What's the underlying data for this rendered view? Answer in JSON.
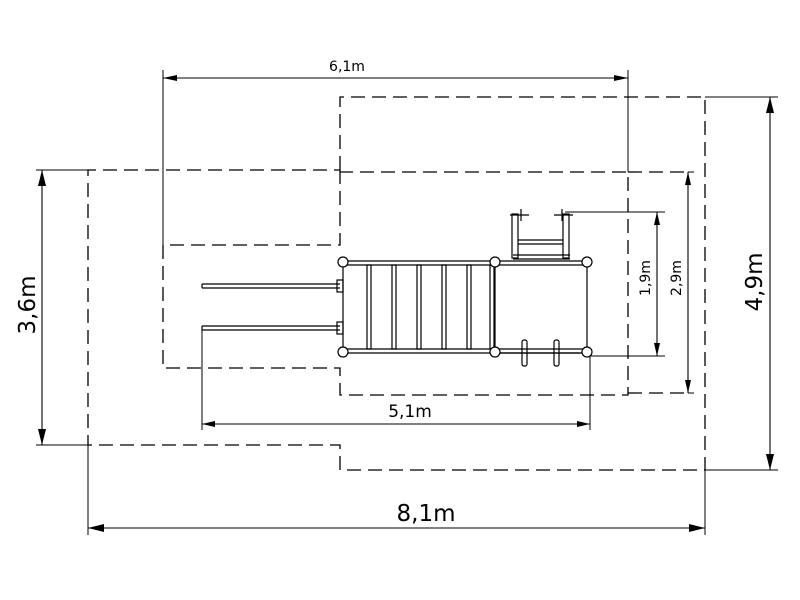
{
  "dimensions": {
    "equipment_length": "5,1m",
    "inner_zone_width": "6,1m",
    "outer_zone_width": "8,1m",
    "equipment_depth": "1,9m",
    "inner_zone_depth": "2,9m",
    "left_zone_depth": "3,6m",
    "outer_zone_depth": "4,9m"
  }
}
